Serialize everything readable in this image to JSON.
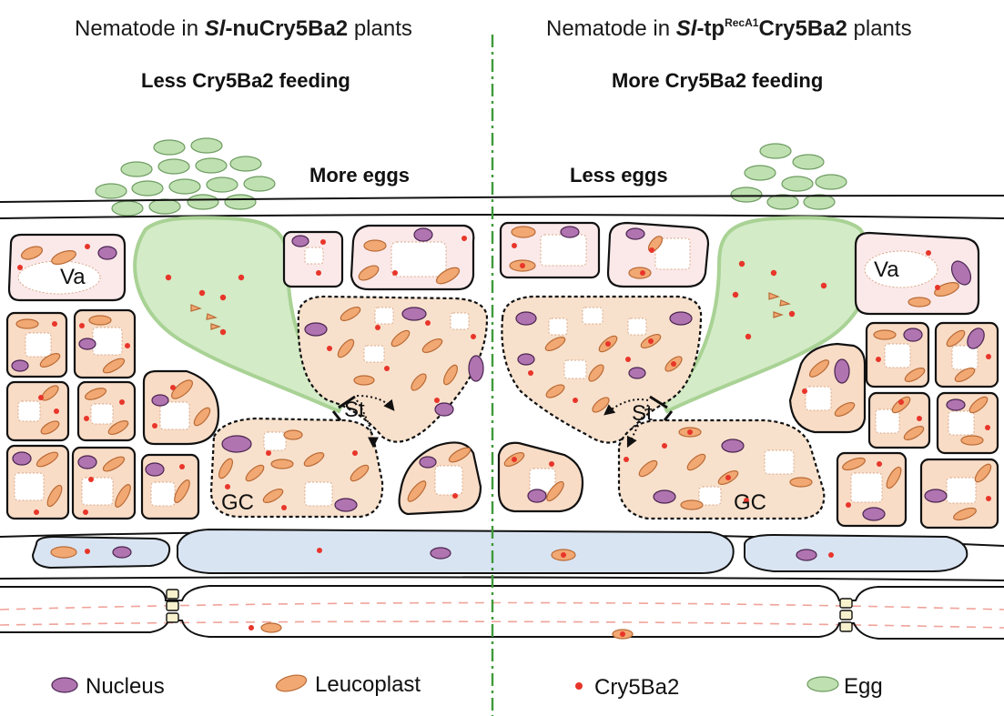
{
  "left_panel": {
    "heading_prefix": "Nematode in ",
    "heading_species": "Sl",
    "heading_construct": "-nuCry5Ba2",
    "heading_suffix": " plants",
    "feeding": "Less Cry5Ba2 feeding",
    "eggs": "More eggs",
    "labels": {
      "vacuole": "Va",
      "stylet": "St",
      "giant_cell": "GC"
    }
  },
  "right_panel": {
    "heading_prefix": "Nematode in ",
    "heading_species": "Sl",
    "heading_construct_a": "-tp",
    "heading_superscript": "RecA1",
    "heading_construct_b": "Cry5Ba2",
    "heading_suffix": " plants",
    "feeding": "More Cry5Ba2 feeding",
    "eggs": "Less eggs",
    "labels": {
      "vacuole": "Va",
      "stylet": "St",
      "giant_cell": "GC"
    }
  },
  "legend": [
    {
      "label": "Nucleus",
      "icon": "nucleus-icon",
      "color": "#b074b0"
    },
    {
      "label": "Leucoplast",
      "icon": "leucoplast-icon",
      "color": "#f2a873"
    },
    {
      "label": "Cry5Ba2",
      "icon": "cry5ba2-dot-icon",
      "color": "#e8352a"
    },
    {
      "label": "Egg",
      "icon": "egg-icon",
      "color": "#bfe0b0"
    }
  ],
  "colors": {
    "nematode": "#d3ebc6",
    "giant_cell": "#f8e1cc",
    "vascular": "#d9e4f2",
    "divider": "#3f9a3a"
  }
}
